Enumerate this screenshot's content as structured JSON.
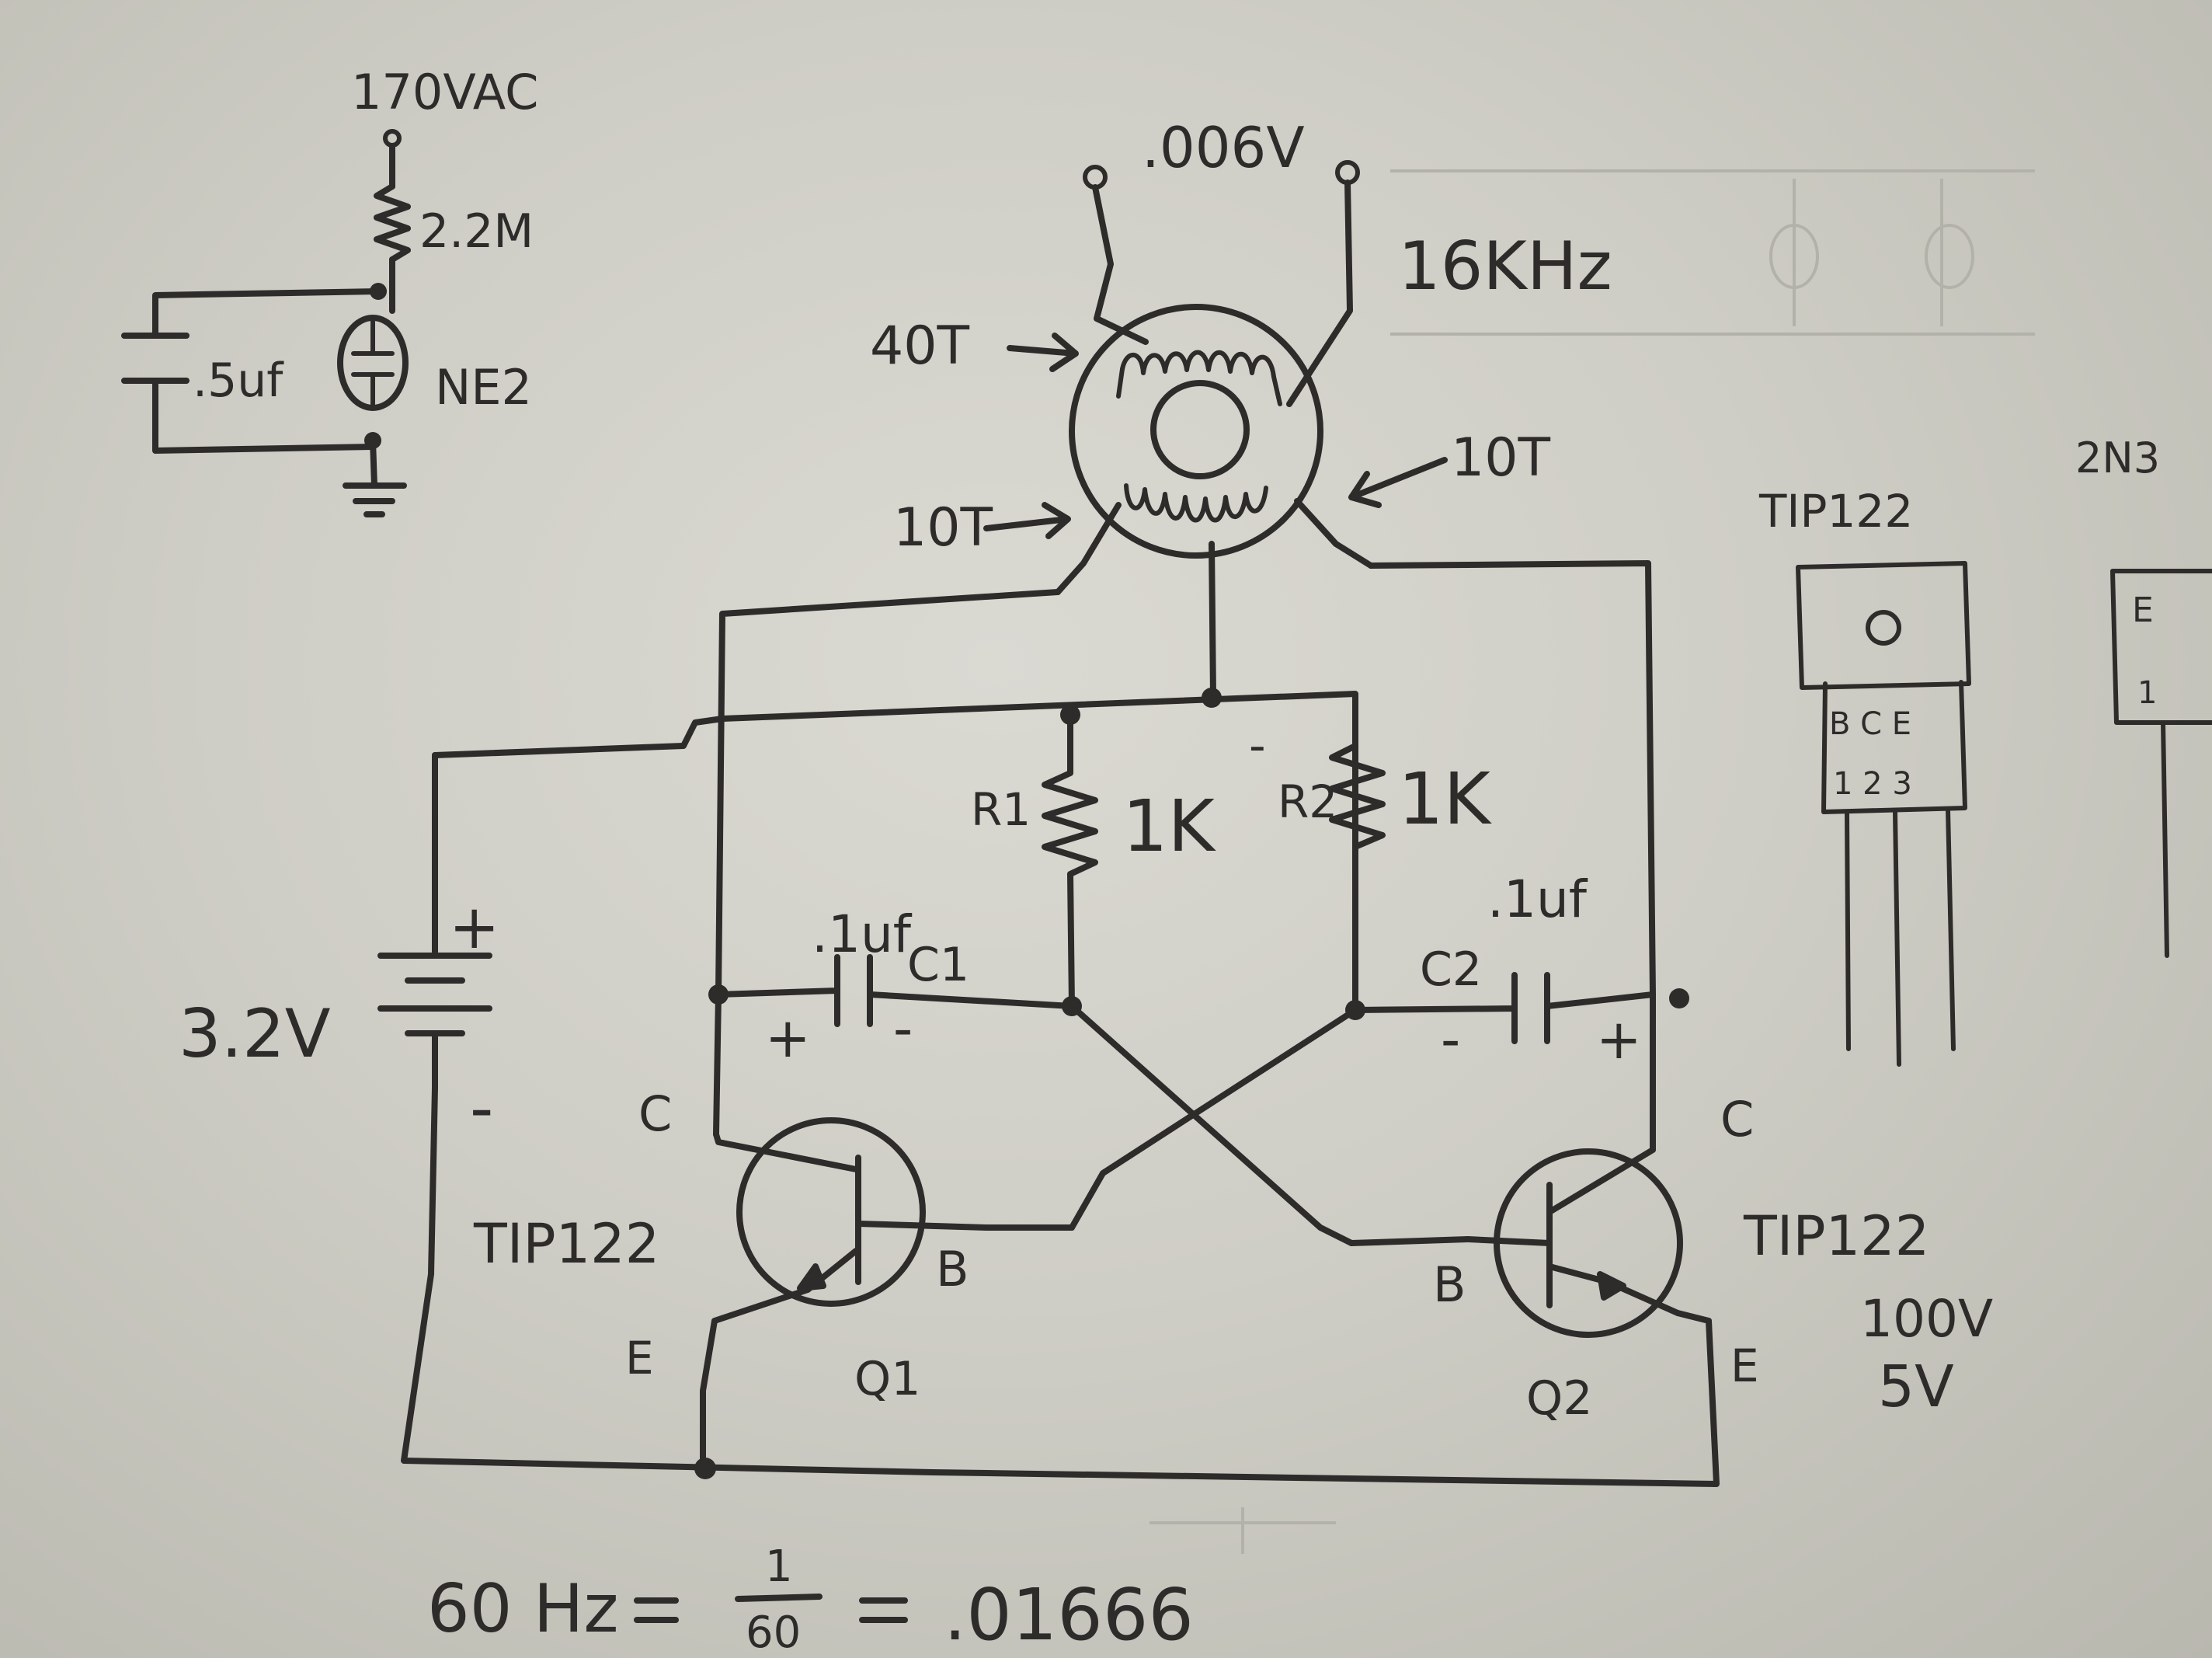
{
  "neon_circuit": {
    "source_label": "170VAC",
    "resistor_label": "2.2M",
    "capacitor_label": ".5uf",
    "lamp_label": "NE2"
  },
  "transformer": {
    "output_voltage": ".006V",
    "frequency": "16KHz",
    "secondary_turns": "40T",
    "primary_left_turns": "10T",
    "primary_right_turns": "10T"
  },
  "multivibrator": {
    "battery_voltage": "3.2V",
    "battery_plus": "+",
    "battery_minus": "-",
    "r1_label": "R1",
    "r1_value": "1K",
    "r2_label": "R2",
    "r2_value": "1K",
    "c1_value": ".1uf",
    "c1_label": "C1",
    "c2_value": ".1uf",
    "c2_label": "C2",
    "c1_plus": "+",
    "c1_minus": "-",
    "c2_minus": "-",
    "c2_plus": "+",
    "center_minus": "-"
  },
  "q1": {
    "part": "TIP122",
    "name": "Q1",
    "collector": "C",
    "base": "B",
    "emitter": "E"
  },
  "q2": {
    "part": "TIP122",
    "name": "Q2",
    "collector": "C",
    "base": "B",
    "emitter": "E",
    "rating_voltage": "100V",
    "rating_current": "5V"
  },
  "pinout": {
    "part": "TIP122",
    "pins_letters": "B C E",
    "pins_numbers": "1 2 3",
    "other_part": "2N3",
    "other_pin_letter": "E",
    "other_pin_number": "1"
  },
  "formula": {
    "lhs": "60 Hz",
    "numerator": "1",
    "denominator": "60",
    "result": ".01666"
  }
}
